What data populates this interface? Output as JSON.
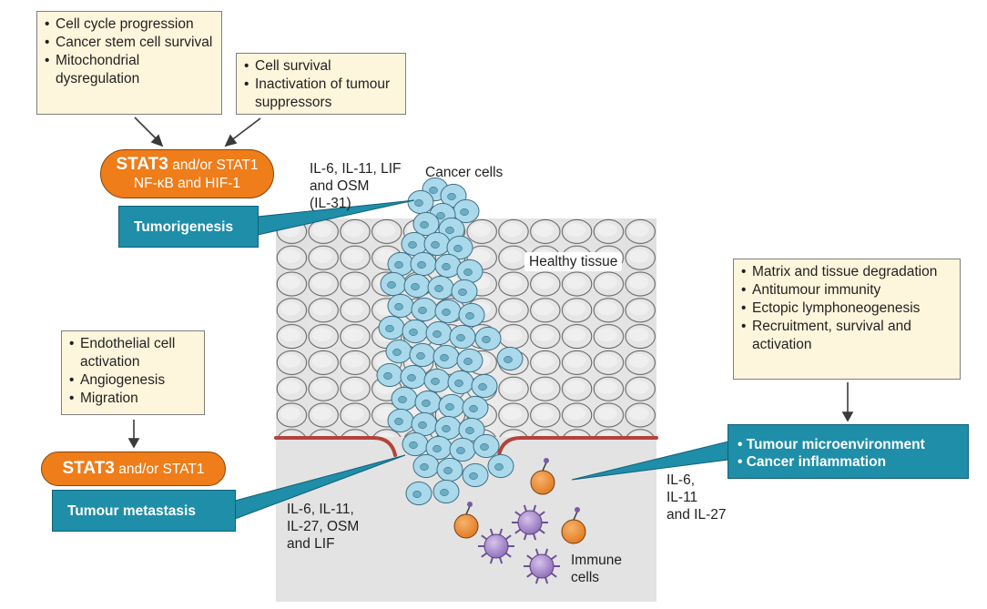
{
  "boxes": {
    "top_left": [
      "Cell cycle progression",
      "Cancer stem cell survival",
      "Mitochondrial dysregulation"
    ],
    "top_mid": [
      "Cell survival",
      "Inactivation of tumour suppressors"
    ],
    "mid_left": [
      "Endothelial cell activation",
      "Angiogenesis",
      "Migration"
    ],
    "right": [
      "Matrix and tissue degradation",
      "Antitumour immunity",
      "Ectopic lymphoneogenesis",
      "Recruitment, survival and activation"
    ]
  },
  "pills": {
    "top": {
      "stat3": "STAT3",
      "rest": "and/or STAT1",
      "line2": "NF-κB and HIF-1"
    },
    "bottom": {
      "stat3": "STAT3",
      "rest": "and/or STAT1"
    }
  },
  "tags": {
    "tumorigenesis": "Tumorigenesis",
    "metastasis": "Tumour metastasis",
    "microenv": [
      "• Tumour microenvironment",
      "• Cancer inflammation"
    ]
  },
  "labels": {
    "cytokines_top": [
      "IL-6, IL-11, LIF",
      "and OSM",
      "(IL-31)"
    ],
    "cancer_cells": "Cancer cells",
    "healthy_tissue": "Healthy tissue",
    "cytokines_bottom": [
      "IL-6, IL-11,",
      "IL-27, OSM",
      "and LIF"
    ],
    "cytokines_right": [
      "IL-6,",
      "IL-11",
      "and IL-27"
    ],
    "immune_cells": [
      "Immune",
      "cells"
    ]
  },
  "colors": {
    "box_fill": "#fdf6dc",
    "stat_orange": "#ee7d1a",
    "teal": "#1f8ea8",
    "cancer_cell": "#a9d9ea",
    "healthy_cell": "#e6e6e6",
    "membrane": "#b3433a"
  }
}
